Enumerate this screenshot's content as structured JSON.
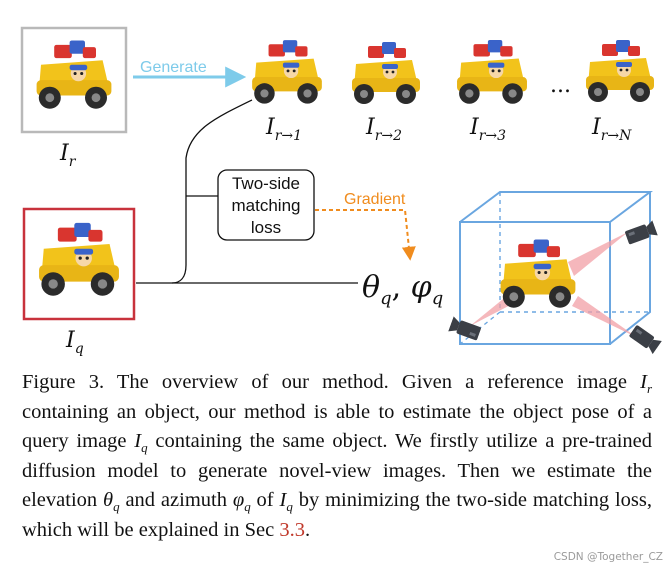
{
  "labels": {
    "generate": "Generate",
    "loss_line1": "Two-side",
    "loss_line2": "matching",
    "loss_line3": "loss",
    "gradient": "Gradient",
    "dots": "...",
    "ref_image": {
      "base": "I",
      "sub": "r"
    },
    "query_image": {
      "base": "I",
      "sub": "q"
    },
    "novel_views": [
      {
        "base": "I",
        "sub": "r→1"
      },
      {
        "base": "I",
        "sub": "r→2"
      },
      {
        "base": "I",
        "sub": "r→3"
      },
      {
        "base": "I",
        "sub": "r→N"
      }
    ],
    "pose": {
      "theta": "θ",
      "theta_sub": "q",
      "comma": ", ",
      "phi": "φ",
      "phi_sub": "q"
    }
  },
  "colors": {
    "ref_border": "#b9b9b9",
    "query_border": "#c8323c",
    "generate_arrow": "#7ecbea",
    "gradient_arrow": "#f08c1e",
    "cube": "#6aa6e0",
    "toy_body": "#f2c31b",
    "toy_bricks": "#d9352f"
  },
  "caption": {
    "figure_label": "Figure 3.",
    "t1": " The overview of our method. Given a reference image ",
    "m1": "I",
    "m1_sub": "r",
    "t2": " containing an object, our method is able to estimate the object pose of a query image ",
    "m2": "I",
    "m2_sub": "q",
    "t3": " containing the same object. We firstly utilize a pre-trained diffusion model to generate novel-view images. Then we estimate the elevation ",
    "m3": "θ",
    "m3_sub": "q",
    "t4": " and azimuth ",
    "m4": "φ",
    "m4_sub": "q",
    "t5": " of ",
    "m5": "I",
    "m5_sub": "q",
    "t6": " by minimizing the two-side matching loss, which will be explained in Sec ",
    "ref": "3.3",
    "t7": "."
  },
  "watermark": "CSDN @Together_CZ"
}
